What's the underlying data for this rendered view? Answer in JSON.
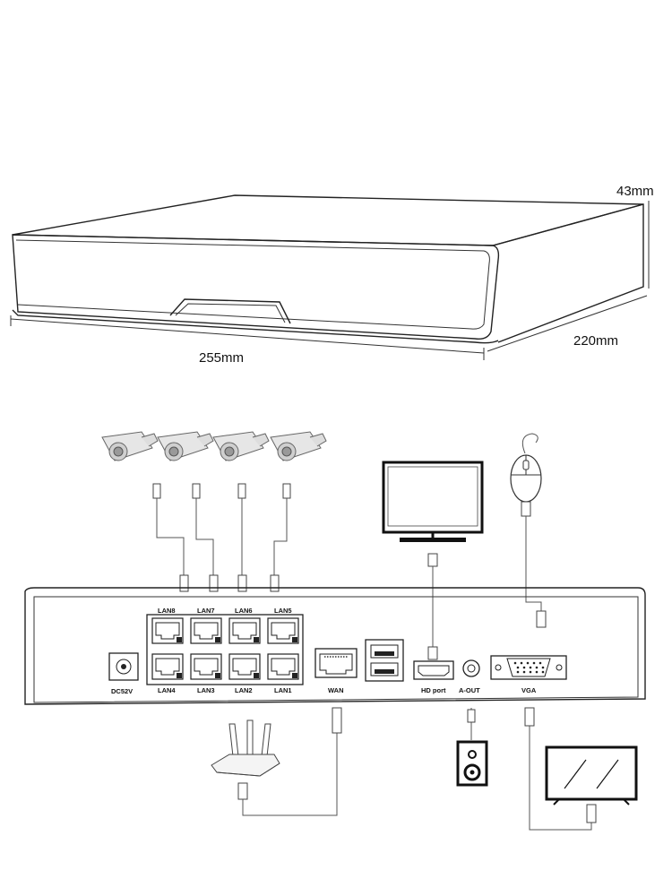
{
  "dimensions": {
    "height": "43mm",
    "width": "255mm",
    "depth": "220mm"
  },
  "ports": {
    "power": "DC52V",
    "lan_top": [
      "LAN8",
      "LAN7",
      "LAN6",
      "LAN5"
    ],
    "lan_bottom": [
      "LAN4",
      "LAN3",
      "LAN2",
      "LAN1"
    ],
    "wan": "WAN",
    "hdmi": "HD port",
    "audio": "A-OUT",
    "vga": "VGA"
  }
}
